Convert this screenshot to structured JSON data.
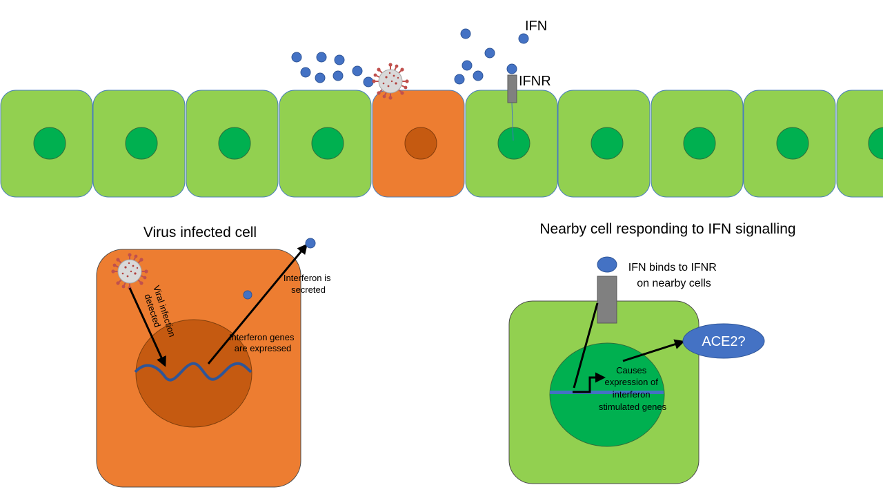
{
  "labels": {
    "ifn": "IFN",
    "ifnr": "IFNR",
    "infected_title": "Virus infected cell",
    "responding_title": "Nearby cell responding to IFN signalling",
    "viral_detected": [
      "Viral infection",
      "detected"
    ],
    "interferon_secreted": [
      "Interferon is",
      "secreted"
    ],
    "interferon_expressed": [
      "Interferon genes",
      "are expressed"
    ],
    "ifn_binds": [
      "IFN binds to IFNR",
      "on nearby cells"
    ],
    "isg_expression": [
      "Causes",
      "expression of",
      "interferon",
      "stimulated genes"
    ],
    "ace2": "ACE2?"
  },
  "colors": {
    "healthy_cell": "#92d050",
    "nucleus": "#00b050",
    "infected_cell": "#ed7d31",
    "infected_nucleus": "#c55a11",
    "ifn_molecule": "#4472c4",
    "receptor": "#808080",
    "dna": "#2f5597",
    "virus": "#c0504d"
  },
  "icons": {
    "virus": "coronavirus-icon"
  }
}
